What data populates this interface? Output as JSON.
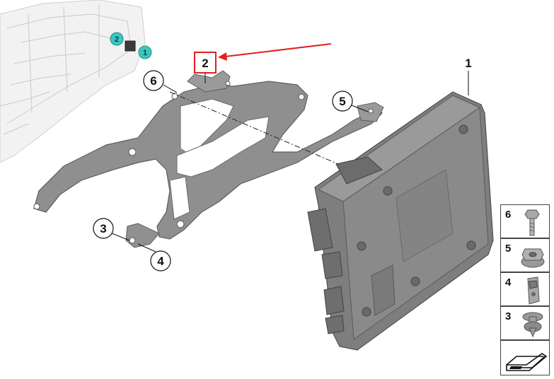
{
  "callouts": {
    "main_unit": "1",
    "bracket": "2",
    "nut_a": "3",
    "clip": "4",
    "nut_b": "5",
    "screw": "6"
  },
  "locator": {
    "badge_a": "2",
    "badge_b": "1"
  },
  "legend": {
    "items": [
      "6",
      "5",
      "4",
      "3"
    ]
  },
  "colors": {
    "highlight_box": "#e02020",
    "arrow": "#e02020",
    "locator_badge": "#3cc6c0",
    "part_fill": "#8a8a8a"
  }
}
